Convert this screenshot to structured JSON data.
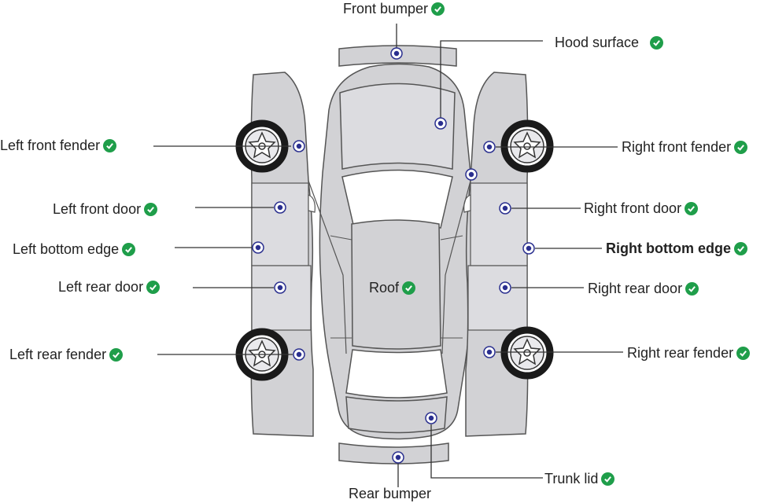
{
  "colors": {
    "check": "#1f9e4a",
    "body_fill": "#d2d2d5",
    "outline": "#555555",
    "point": "#2a2f8f",
    "tire": "#1a1a1a"
  },
  "icons": {
    "check": "check-circle-icon",
    "point": "inspection-point-icon"
  },
  "labels": {
    "front_bumper": "Front bumper",
    "hood_surface": "Hood surface",
    "left_front_fender": "Left front fender",
    "left_front_door": "Left front door",
    "left_bottom_edge": "Left bottom edge",
    "left_rear_door": "Left rear door",
    "left_rear_fender": "Left rear fender",
    "roof": "Roof",
    "right_front_fender": "Right front fender",
    "right_front_door": "Right front door",
    "right_bottom_edge": "Right bottom edge",
    "right_rear_door": "Right rear door",
    "right_rear_fender": "Right rear fender",
    "trunk_lid": "Trunk lid",
    "rear_bumper": "Rear bumper"
  }
}
